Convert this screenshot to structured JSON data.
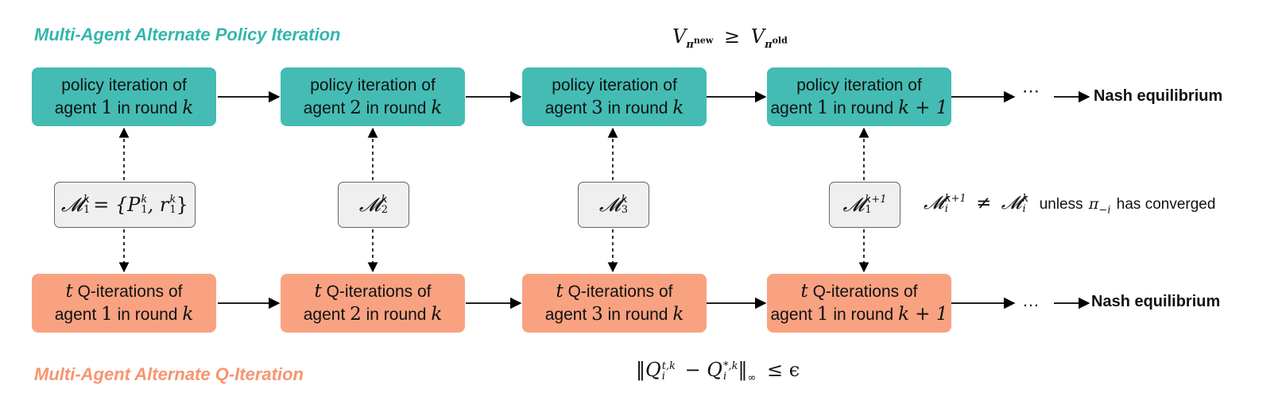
{
  "colors": {
    "teal": "#44bcb4",
    "salmon": "#f9a281",
    "teal_text": "#33b6ad",
    "salmon_text": "#f69570"
  },
  "labels": {
    "policy_title": "Multi-Agent Alternate Policy Iteration",
    "q_title": "Multi-Agent Alternate Q-Iteration",
    "nash_top": "Nash equilibrium",
    "nash_bottom": "Nash equilibrium",
    "ellipsis_top": "⋯",
    "ellipsis_bottom": "…"
  },
  "policy_boxes": [
    {
      "line1": "policy iteration of",
      "pre": "agent ",
      "agent": "1",
      "mid": " in round ",
      "round": "k"
    },
    {
      "line1": "policy iteration of",
      "pre": "agent ",
      "agent": "2",
      "mid": " in round ",
      "round": "k"
    },
    {
      "line1": "policy iteration of",
      "pre": "agent ",
      "agent": "3",
      "mid": " in round ",
      "round": "k"
    },
    {
      "line1": "policy iteration of",
      "pre": "agent ",
      "agent": "1",
      "mid": " in round ",
      "round": "k + 1"
    }
  ],
  "q_boxes": [
    {
      "t": "t",
      "line1": " Q-iterations of",
      "pre": "agent ",
      "agent": "1",
      "mid": " in round ",
      "round": "k"
    },
    {
      "t": "t",
      "line1": " Q-iterations of",
      "pre": "agent ",
      "agent": "2",
      "mid": " in round ",
      "round": "k"
    },
    {
      "t": "t",
      "line1": " Q-iterations of",
      "pre": "agent ",
      "agent": "3",
      "mid": " in round ",
      "round": "k"
    },
    {
      "t": "t",
      "line1": " Q-iterations of",
      "pre": "agent ",
      "agent": "1",
      "mid": " in round ",
      "round": "k + 1"
    }
  ],
  "models": [
    {
      "symbol": "𝓜",
      "sub": "1",
      "sup": "k",
      "rhs": "= {P",
      "p_sub": "1",
      "p_sup": "k",
      "mid": ", r",
      "r_sub": "1",
      "r_sup": "k",
      "close": "}"
    },
    {
      "symbol": "𝓜",
      "sub": "2",
      "sup": "k"
    },
    {
      "symbol": "𝓜",
      "sub": "3",
      "sup": "k"
    },
    {
      "symbol": "𝓜",
      "sub": "1",
      "sup": "k+1"
    }
  ],
  "equations": {
    "top": {
      "v": "V",
      "new_sup": "new",
      "ge": "≥",
      "old_sup": "old",
      "pi": "π"
    },
    "right": {
      "lhs_sup": "k+1",
      "sub": "i",
      "neq": "≠",
      "rhs_sup": "k",
      "unless": "unless",
      "pi": "π",
      "pi_sub": "−i",
      "tail": "has converged",
      "symbol": "𝓜"
    },
    "bottom": {
      "open": "‖Q",
      "sup1": "t,k",
      "sub": "i",
      "minus": "− Q",
      "sup2": "*,k",
      "close": "‖",
      "inf": "∞",
      "le": "≤ ϵ"
    }
  }
}
